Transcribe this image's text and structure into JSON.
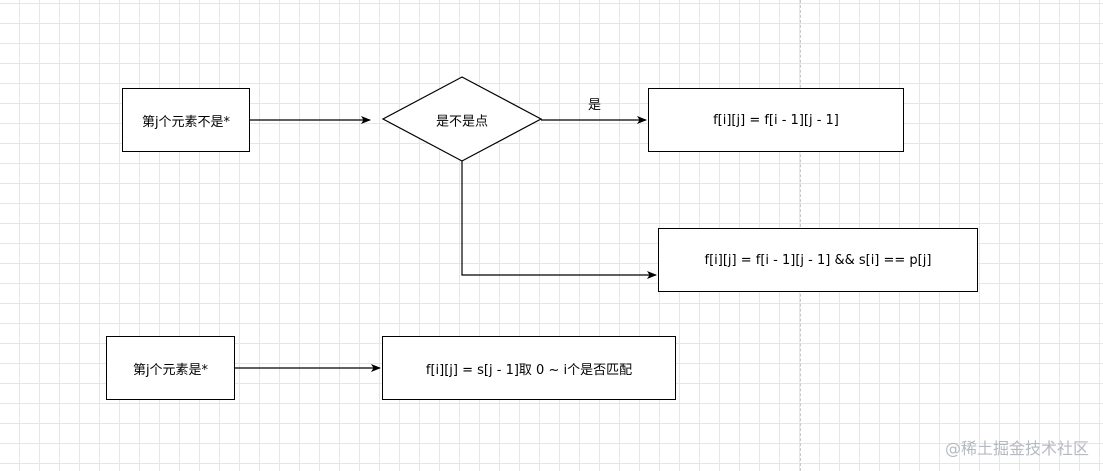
{
  "nodes": {
    "not_star": "第j个元素不是*",
    "is_dot": "是不是点",
    "dot_result": "f[i][j] = f[i - 1][j - 1]",
    "not_dot_result": "f[i][j] = f[i - 1][j - 1] && s[i] == p[j]",
    "is_star": "第j个元素是*",
    "star_result": "f[i][j] = s[j - 1]取 0 ~ i个是否匹配"
  },
  "edges": {
    "yes_label": "是"
  },
  "watermark": "@稀土掘金技术社区"
}
